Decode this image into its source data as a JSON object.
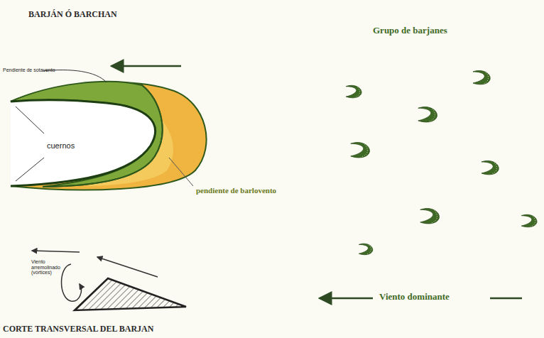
{
  "diagram": {
    "title": "BARJÁN Ó BARCHAN",
    "caption": "CORTE TRANSVERSAL DEL BARJAN",
    "labels": [
      "Pendiente de sotavento",
      "cuernos",
      "pendiente de barlovento",
      "Viento arremolinado (vórtices)",
      "Grupo de barjanes",
      "Viento dominante"
    ]
  }
}
